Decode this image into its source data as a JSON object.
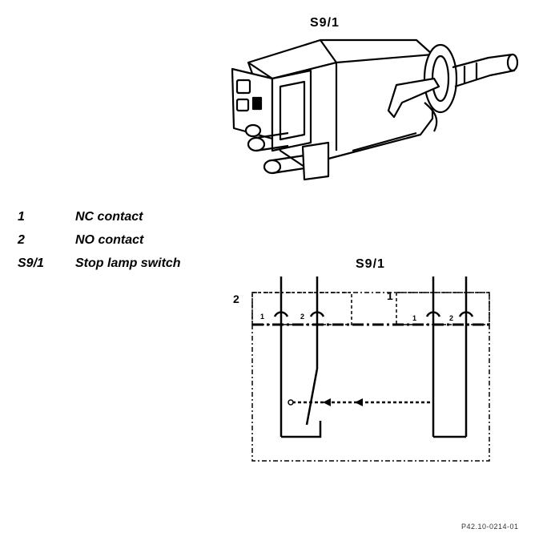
{
  "illustration": {
    "title": "S9/1"
  },
  "legend": [
    {
      "key": "1",
      "text": "NC contact"
    },
    {
      "key": "2",
      "text": "NO contact"
    },
    {
      "key": "S9/1",
      "text": "Stop lamp switch"
    }
  ],
  "schematic": {
    "title": "S9/1",
    "group_left_label": "2",
    "group_right_label": "1",
    "pin_labels": {
      "left_a": "1",
      "left_b": "2",
      "right_a": "1",
      "right_b": "2"
    }
  },
  "footer": {
    "code": "P42.10-0214-01"
  }
}
